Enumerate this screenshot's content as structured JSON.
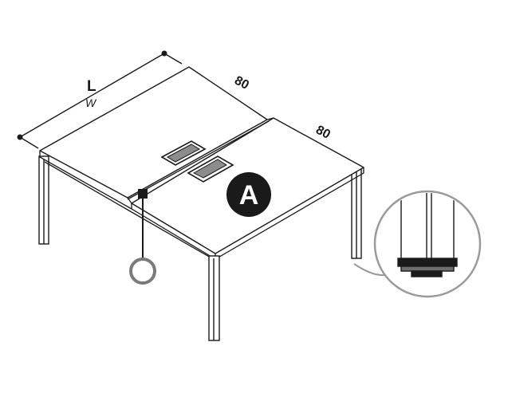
{
  "labels": {
    "length": "L",
    "width": "W",
    "depth_left": "80",
    "depth_right": "80",
    "badge": "A"
  },
  "colors": {
    "line": "#1a1a1a",
    "desktop_fill": "#ffffff",
    "badge_fill": "#1a1a1a",
    "badge_text": "#ffffff",
    "detail_circle": "#9a9a9a",
    "marker_ring": "#7a7a7a"
  },
  "icons": {
    "cable_port": "square-marker-with-ring",
    "detail_callout": "leg-foot-magnifier"
  }
}
